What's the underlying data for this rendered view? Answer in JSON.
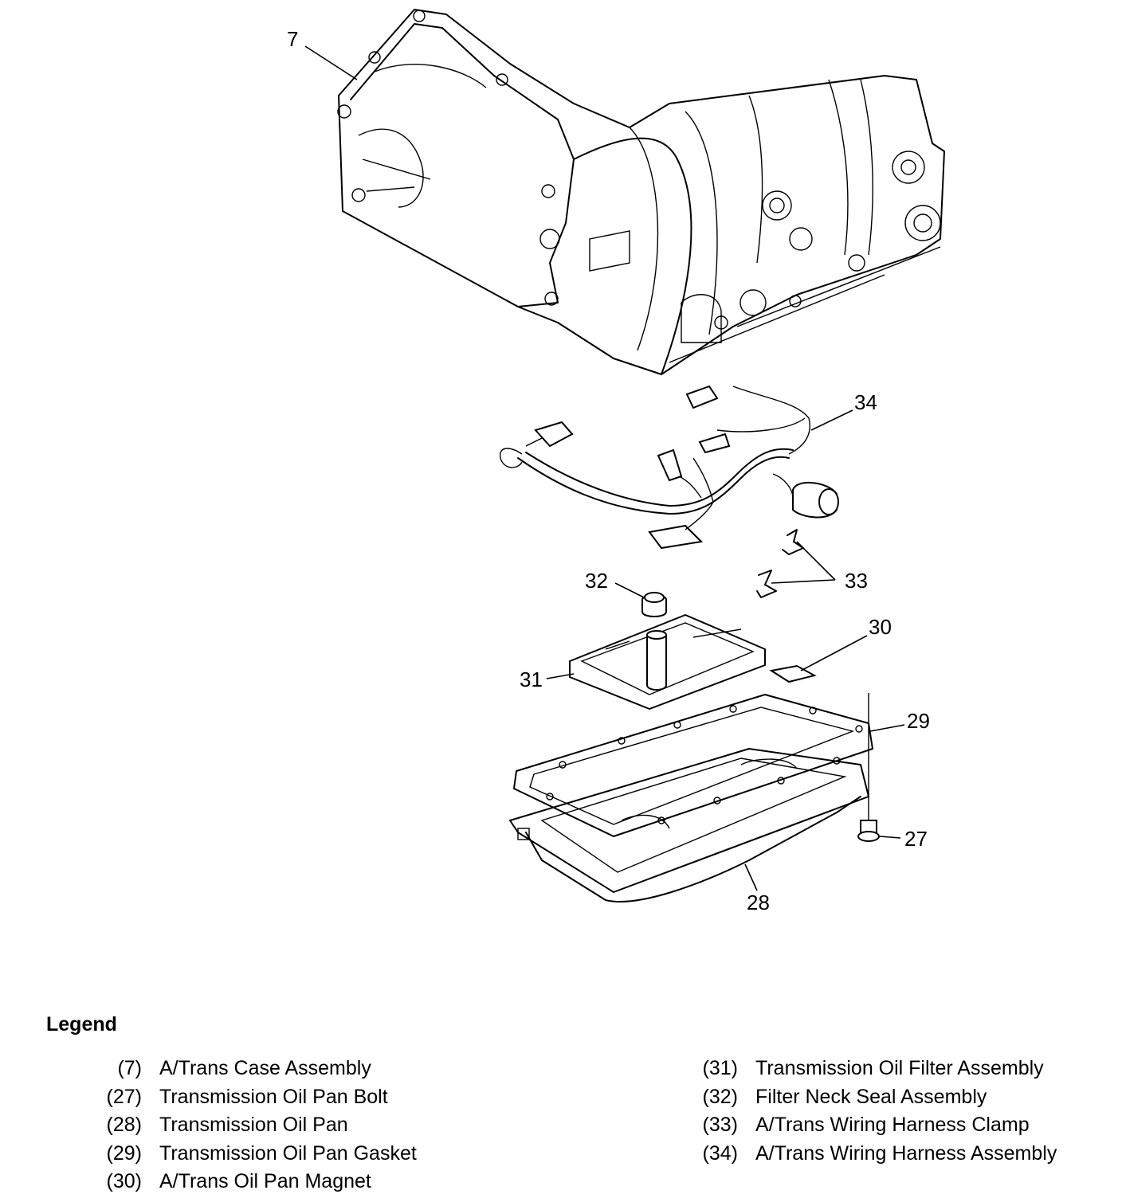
{
  "callouts": {
    "c7": "7",
    "c34": "34",
    "c32": "32",
    "c33": "33",
    "c30": "30",
    "c31": "31",
    "c29": "29",
    "c27": "27",
    "c28": "28"
  },
  "legend": {
    "title": "Legend",
    "left": [
      {
        "num": "(7)",
        "desc": "A/Trans Case Assembly"
      },
      {
        "num": "(27)",
        "desc": "Transmission Oil Pan Bolt"
      },
      {
        "num": "(28)",
        "desc": "Transmission Oil Pan"
      },
      {
        "num": "(29)",
        "desc": "Transmission Oil Pan Gasket"
      },
      {
        "num": "(30)",
        "desc": "A/Trans Oil Pan Magnet"
      }
    ],
    "right": [
      {
        "num": "(31)",
        "desc": "Transmission Oil Filter Assembly"
      },
      {
        "num": "(32)",
        "desc": "Filter Neck Seal Assembly"
      },
      {
        "num": "(33)",
        "desc": "A/Trans Wiring Harness Clamp"
      },
      {
        "num": "(34)",
        "desc": "A/Trans Wiring Harness Assembly"
      }
    ]
  }
}
